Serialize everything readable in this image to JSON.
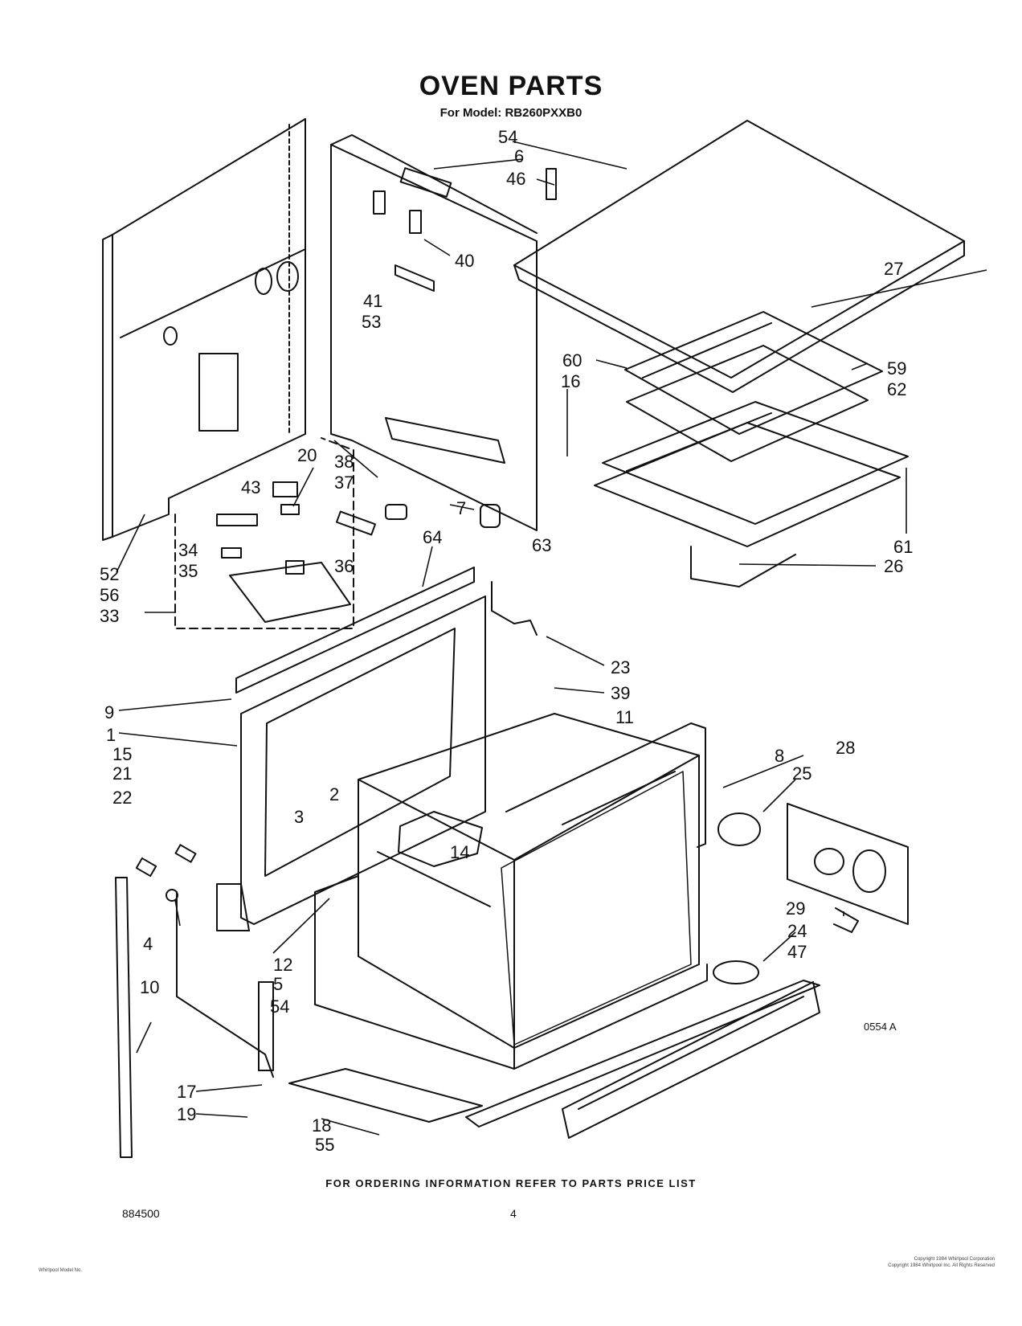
{
  "header": {
    "title": "OVEN PARTS",
    "subtitle": "For Model: RB260PXXB0"
  },
  "footer": {
    "ordering_note": "FOR ORDERING INFORMATION REFER TO PARTS PRICE LIST",
    "doc_number": "884500",
    "page_number": "4",
    "figure_code": "0554 A",
    "copyright_line_1": "Copyright 1984 Whirlpool Corporation",
    "copyright_line_2": "Copyright 1984 Whirlpool Inc. All Rights Reserved",
    "small_left": "Whirlpool Model No."
  },
  "callouts": [
    "54",
    "6",
    "46",
    "40",
    "41",
    "53",
    "27",
    "60",
    "16",
    "59",
    "62",
    "61",
    "26",
    "63",
    "7",
    "38",
    "37",
    "64",
    "20",
    "43",
    "34",
    "35",
    "36",
    "52",
    "56",
    "33",
    "23",
    "39",
    "9",
    "11",
    "1",
    "15",
    "21",
    "22",
    "2",
    "3",
    "14",
    "8",
    "25",
    "28",
    "29",
    "24",
    "47",
    "4",
    "12",
    "5",
    "10",
    "54",
    "17",
    "19",
    "18",
    "55"
  ]
}
